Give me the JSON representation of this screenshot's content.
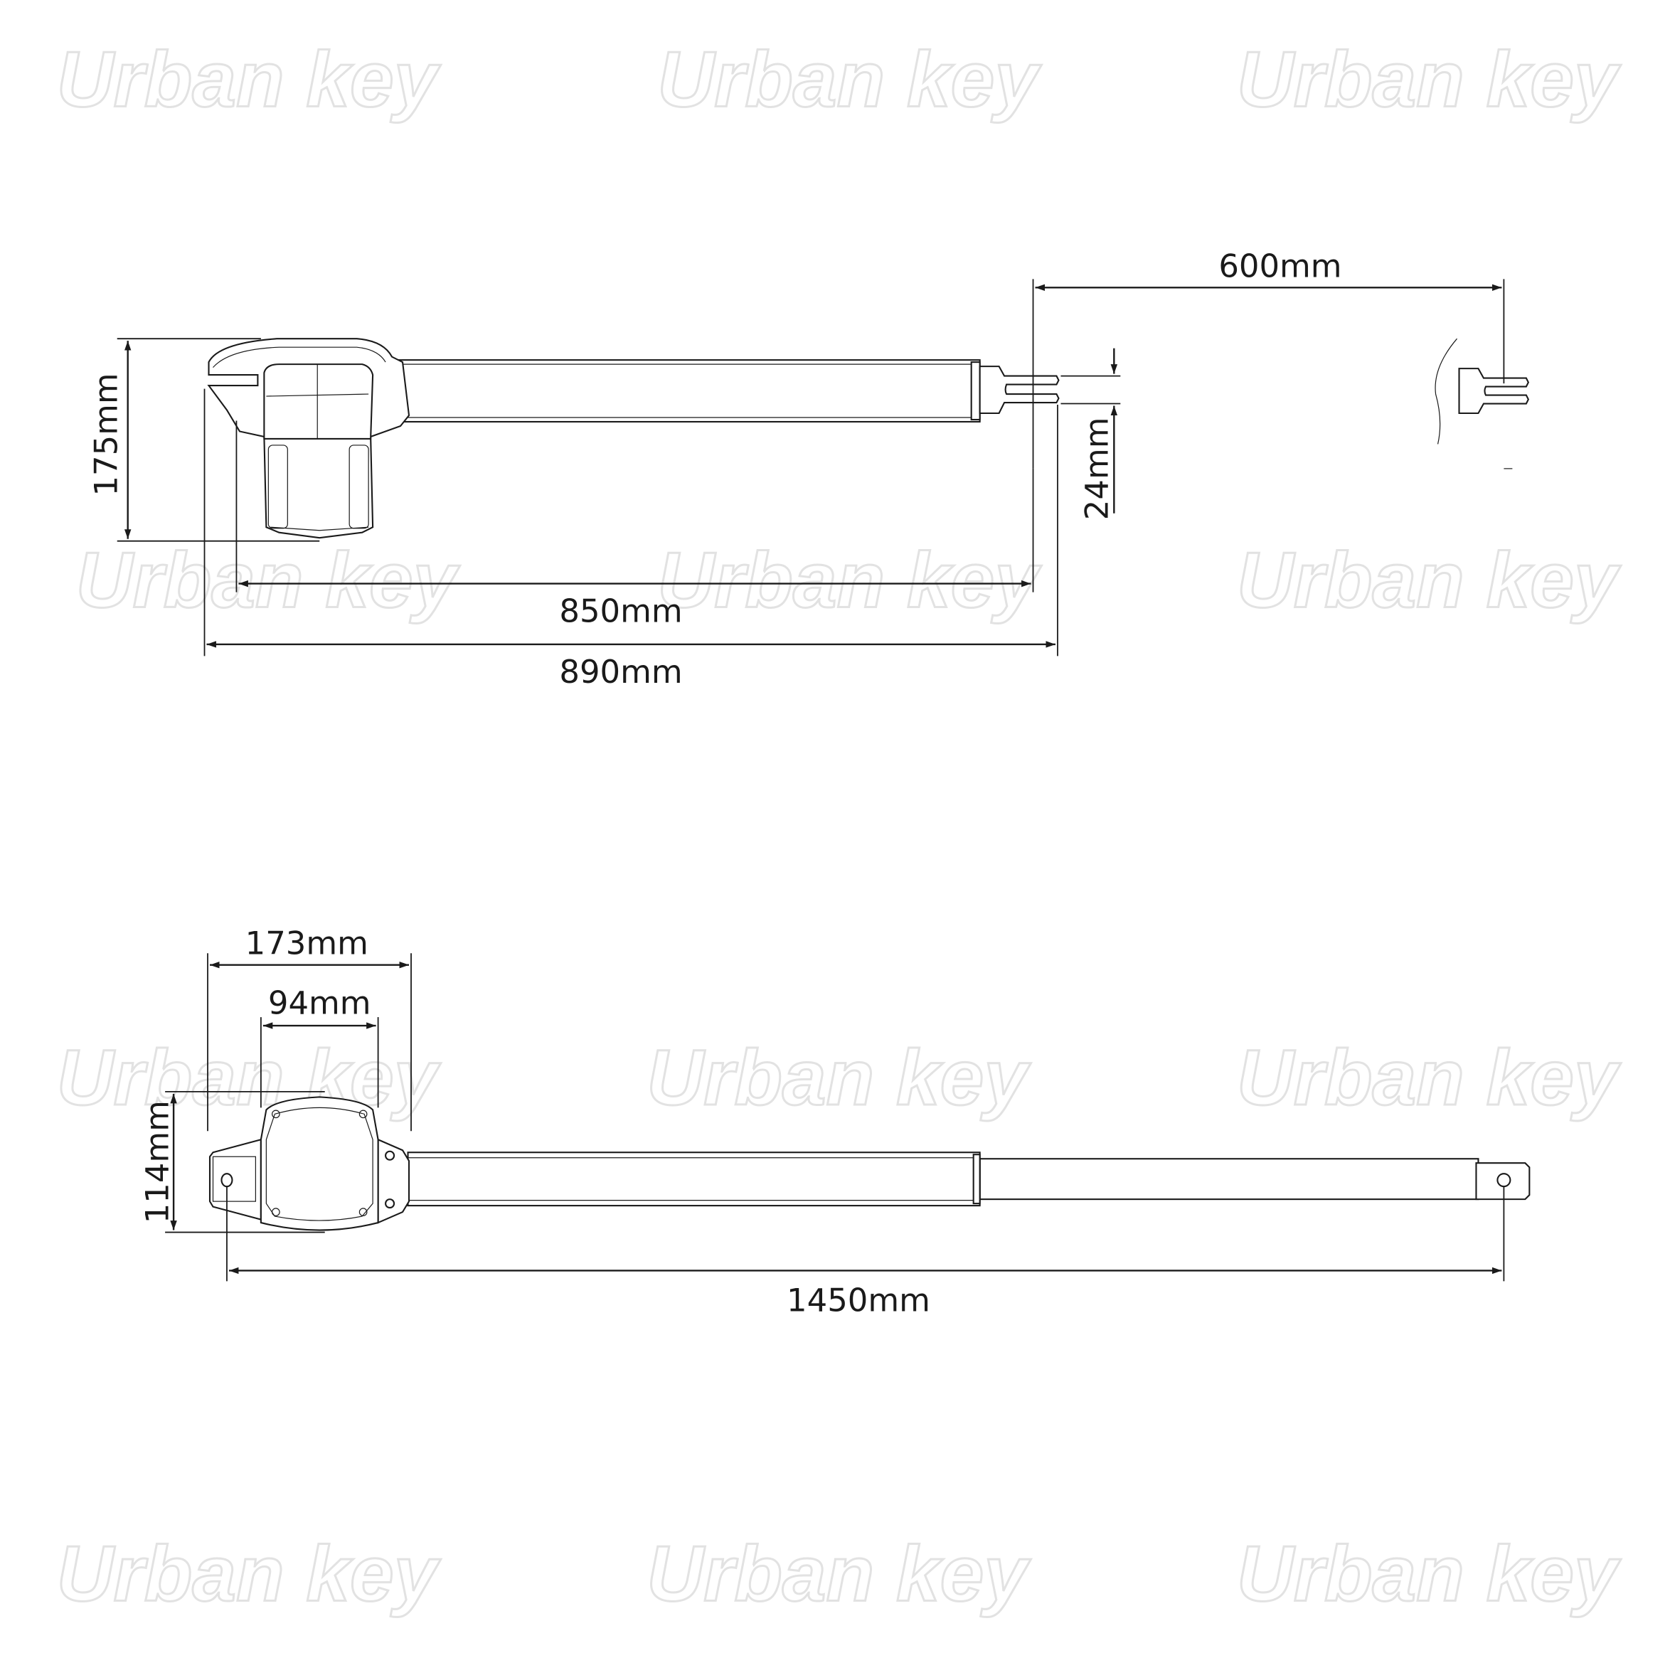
{
  "watermark": {
    "text": "Urban key"
  },
  "side_view": {
    "height_label": "175mm",
    "stroke_label": "600mm",
    "clevis_label": "24mm",
    "retracted_label": "850mm",
    "overall_label": "890mm"
  },
  "top_view": {
    "housing_width_label": "173mm",
    "cover_width_label": "94mm",
    "depth_label": "114mm",
    "extended_label": "1450mm"
  },
  "colors": {
    "line": "#1a1a1a",
    "watermark_outline": "#e2e2e2"
  }
}
